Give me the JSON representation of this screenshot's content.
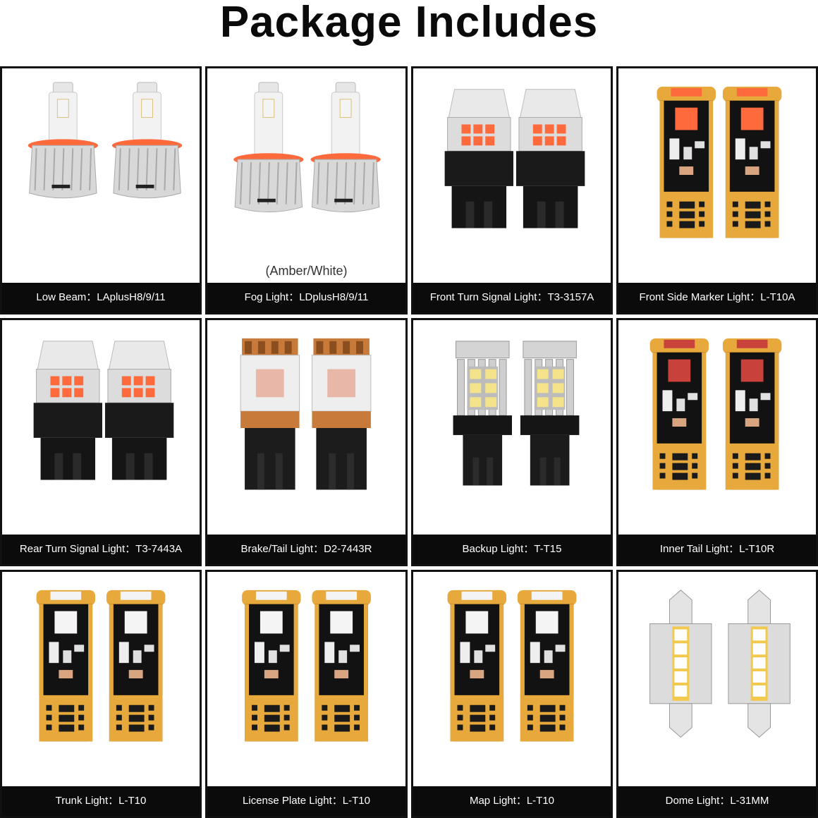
{
  "title": "Package Includes",
  "colors": {
    "caption_bg": "#0b0b0b",
    "pcb_gold": "#e7a93b",
    "pcb_black": "#121212",
    "led_orange": "#ff6a3d",
    "led_white": "#f4f4f4",
    "copper": "#c77a3a"
  },
  "items": [
    {
      "label": "Low Beam：LAplusH8/9/11",
      "icon": "headlight-bulb-icon",
      "note": ""
    },
    {
      "label": "Fog Light：LDplusH8/9/11",
      "icon": "fog-bulb-icon",
      "note": "(Amber/White)"
    },
    {
      "label": "Front Turn Signal Light：T3-3157A",
      "icon": "turn-signal-bulb-icon",
      "note": ""
    },
    {
      "label": "Front Side Marker Light：L-T10A",
      "icon": "t10-amber-bulb-icon",
      "note": ""
    },
    {
      "label": "Rear Turn Signal Light：T3-7443A",
      "icon": "turn-signal-bulb-icon",
      "note": ""
    },
    {
      "label": "Brake/Tail Light：D2-7443R",
      "icon": "brake-bulb-icon",
      "note": ""
    },
    {
      "label": "Backup Light：T-T15",
      "icon": "backup-bulb-icon",
      "note": ""
    },
    {
      "label": "Inner Tail Light：L-T10R",
      "icon": "t10-red-bulb-icon",
      "note": ""
    },
    {
      "label": "Trunk Light：L-T10",
      "icon": "t10-white-bulb-icon",
      "note": ""
    },
    {
      "label": "License Plate Light：L-T10",
      "icon": "t10-white-bulb-icon",
      "note": ""
    },
    {
      "label": "Map Light：L-T10",
      "icon": "t10-white-bulb-icon",
      "note": ""
    },
    {
      "label": "Dome Light：L-31MM",
      "icon": "festoon-bulb-icon",
      "note": ""
    }
  ]
}
